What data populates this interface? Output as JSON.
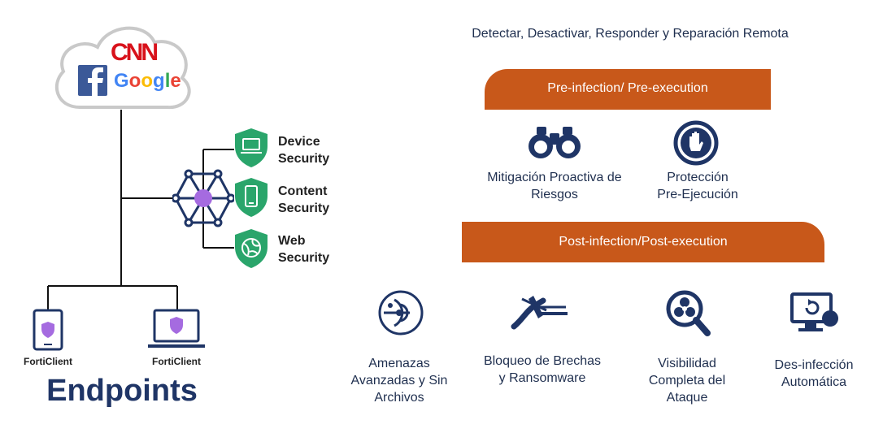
{
  "cloud": {
    "brands": [
      "CNN",
      "Google"
    ],
    "brand_colors": {
      "cnn": "#d8121b",
      "facebook": "#3b5998",
      "google_blue": "#4285f4",
      "google_red": "#ea4335",
      "google_yellow": "#fbbc05",
      "google_green": "#34a853"
    }
  },
  "security": [
    {
      "label": "Device\nSecurity",
      "icon": "laptop-shield-icon"
    },
    {
      "label": "Content\nSecurity",
      "icon": "mobile-shield-icon"
    },
    {
      "label": "Web\nSecurity",
      "icon": "globe-shield-icon"
    }
  ],
  "endpoints": {
    "title": "Endpoints",
    "devices": [
      {
        "label": "FortiClient",
        "icon": "tablet-icon"
      },
      {
        "label": "FortiClient",
        "icon": "laptop-icon"
      }
    ]
  },
  "right": {
    "header": "Detectar, Desactivar, Responder y Reparación Remota",
    "pre_band": "Pre-infection/ Pre-execution",
    "post_band": "Post-infection/Post-execution",
    "pre_items": [
      {
        "label": "Mitigación Proactiva de\nRiesgos",
        "icon": "binoculars-icon"
      },
      {
        "label": "Protección\nPre-Ejecución",
        "icon": "hand-stop-icon"
      }
    ],
    "post_items": [
      {
        "label": "Amenazas\nAvanzadas y Sin\nArchivos",
        "icon": "radar-icon"
      },
      {
        "label": "Bloqueo de Brechas\ny Ransomware",
        "icon": "cut-cable-icon"
      },
      {
        "label": "Visibilidad\nCompleta del\nAtaque",
        "icon": "biohazard-magnifier-icon"
      },
      {
        "label": "Des-infección\nAutomática",
        "icon": "monitor-restore-icon"
      }
    ]
  },
  "colors": {
    "accent": "#c8581a",
    "navy": "#1f3566",
    "shield_green": "#2aa56b",
    "hub_purple": "#a56be0"
  }
}
